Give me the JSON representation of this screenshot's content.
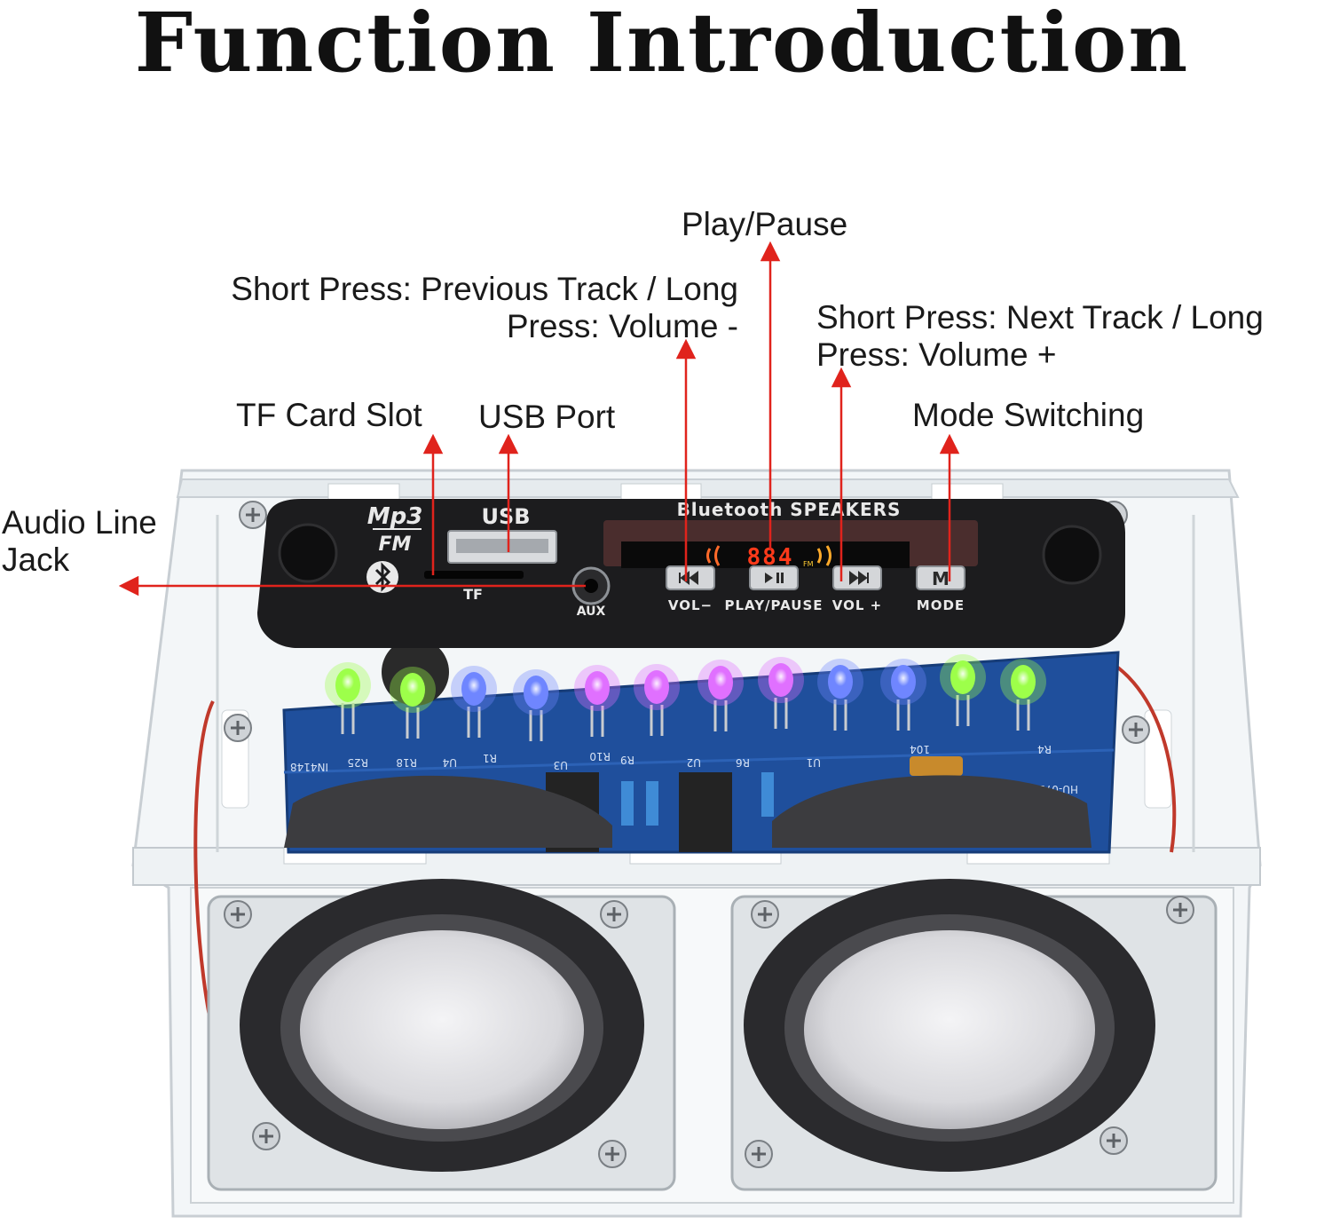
{
  "title": "Function Introduction",
  "labels": {
    "play_pause": "Play/Pause",
    "prev_track": "Short Press: Previous Track / Long Press: Volume -",
    "next_track": "Short Press: Next Track / Long Press: Volume +",
    "tf_card_slot": "TF Card Slot",
    "usb_port": "USB Port",
    "mode_switching": "Mode Switching",
    "audio_line_jack": "Audio Line Jack"
  },
  "device": {
    "logo_line1": "Mp3",
    "logo_line2": "FM",
    "usb_label": "USB",
    "brand": "Bluetooth SPEAKERS",
    "display": "884",
    "display_badge": "FM",
    "tf_label": "TF",
    "aux_label": "AUX",
    "buttons": [
      "VOL−",
      "PLAY/PAUSE",
      "VOL +",
      "MODE"
    ],
    "button_icons": [
      "prev-icon",
      "play-pause-icon",
      "next-icon",
      "mode-icon"
    ],
    "mode_glyph": "M",
    "board_labels": [
      "IN4148",
      "R25",
      "R18",
      "U4",
      "R1",
      "U3",
      "R10",
      "R9",
      "U2",
      "R6",
      "U1",
      "104",
      "R4",
      "HU-075A"
    ],
    "led_colors": [
      "#9dff4a",
      "#9dff4a",
      "#6f86ff",
      "#6f86ff",
      "#e070ff",
      "#e070ff",
      "#e070ff",
      "#e070ff",
      "#6f86ff",
      "#6f86ff",
      "#9dff4a",
      "#9dff4a"
    ]
  },
  "colors": {
    "arrow": "#e0231c",
    "display_digits": "#ff3a1a",
    "panel": "#1c1c1e",
    "pcb": "#1f4f9c"
  }
}
